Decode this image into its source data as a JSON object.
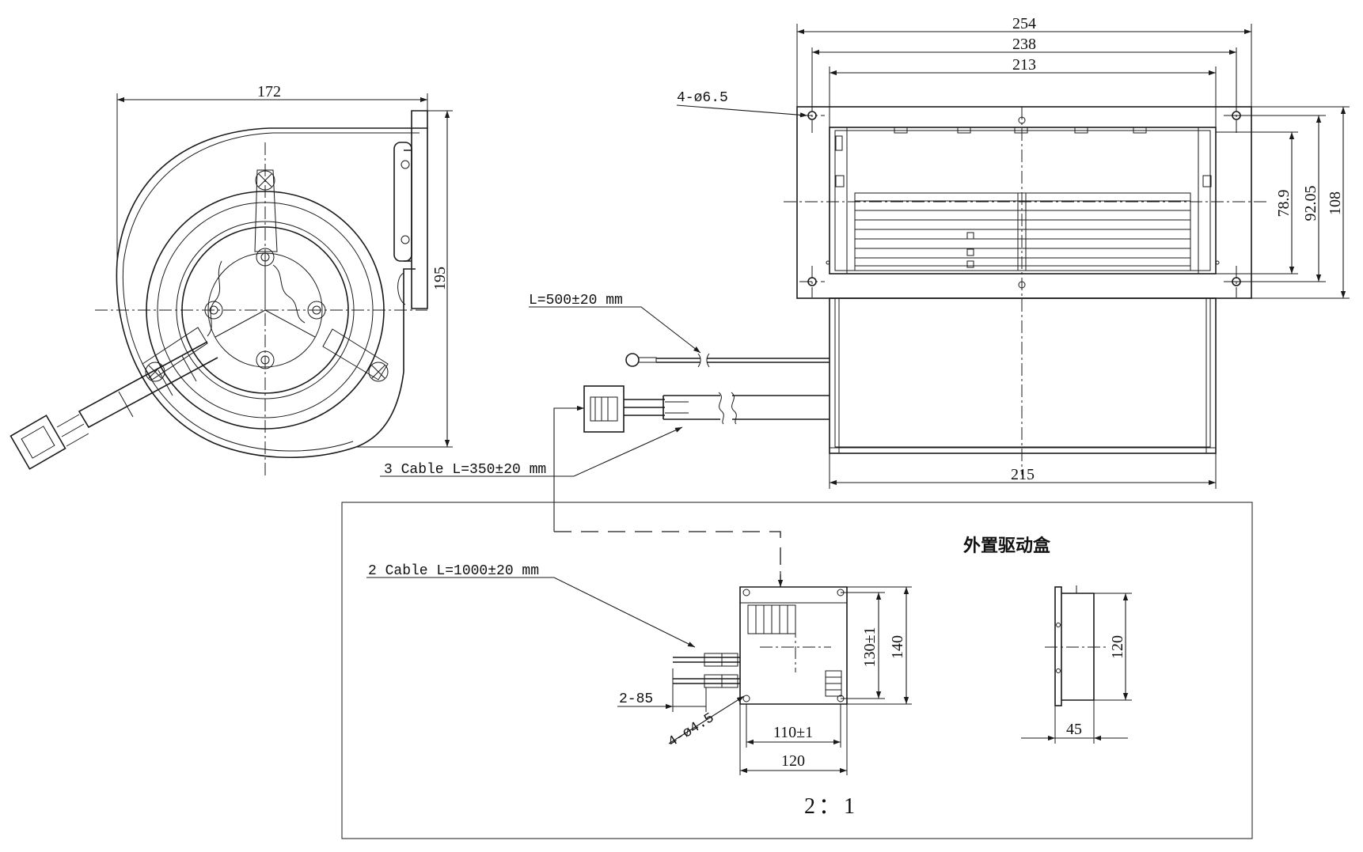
{
  "front_view": {
    "width_dim": "172",
    "height_dim": "195"
  },
  "top_view": {
    "dims": {
      "overall": "254",
      "mid": "238",
      "inner": "213",
      "depth": "215",
      "h1": "78.9",
      "h2": "92.05",
      "h3": "108"
    },
    "holes_label": "4-ø6.5"
  },
  "callouts": {
    "sensor_wire": "L=500±20 mm",
    "motor_cable": "3 Cable L=350±20 mm",
    "power_cable": "2 Cable L=1000±20 mm"
  },
  "driver_box": {
    "title": "外置驱动盒",
    "dims": {
      "w_holes": "110±1",
      "w_overall": "120",
      "h_holes": "130±1",
      "h_overall": "140",
      "side_h": "120",
      "side_w": "45",
      "wire_len": "2-85"
    },
    "holes_label": "4-ø4.5",
    "scale": "2：1"
  }
}
